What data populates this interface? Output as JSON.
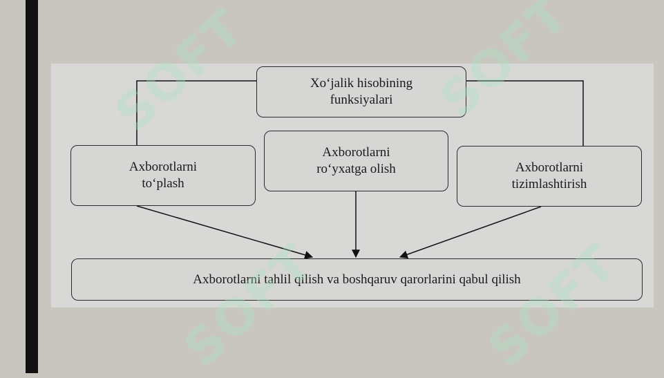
{
  "diagram": {
    "top_box": [
      "Xo‘jalik hisobining",
      "funksiyalari"
    ],
    "left_box": [
      "Axborotlarni",
      "to‘plash"
    ],
    "center_box": [
      "Axborotlarni",
      "ro‘yxatga olish"
    ],
    "right_box": [
      "Axborotlarni",
      "tizimlashtirish"
    ],
    "bottom_box": "Axborotlarni tahlil qilish va boshqaruv qarorlarini qabul qilish"
  },
  "watermark": {
    "text": "SOFT",
    "color": "#aae6c3"
  },
  "colors": {
    "background": "#c9c6bf",
    "panel": "#d8d8d6",
    "line": "#111111",
    "left_bar": "#121212"
  }
}
